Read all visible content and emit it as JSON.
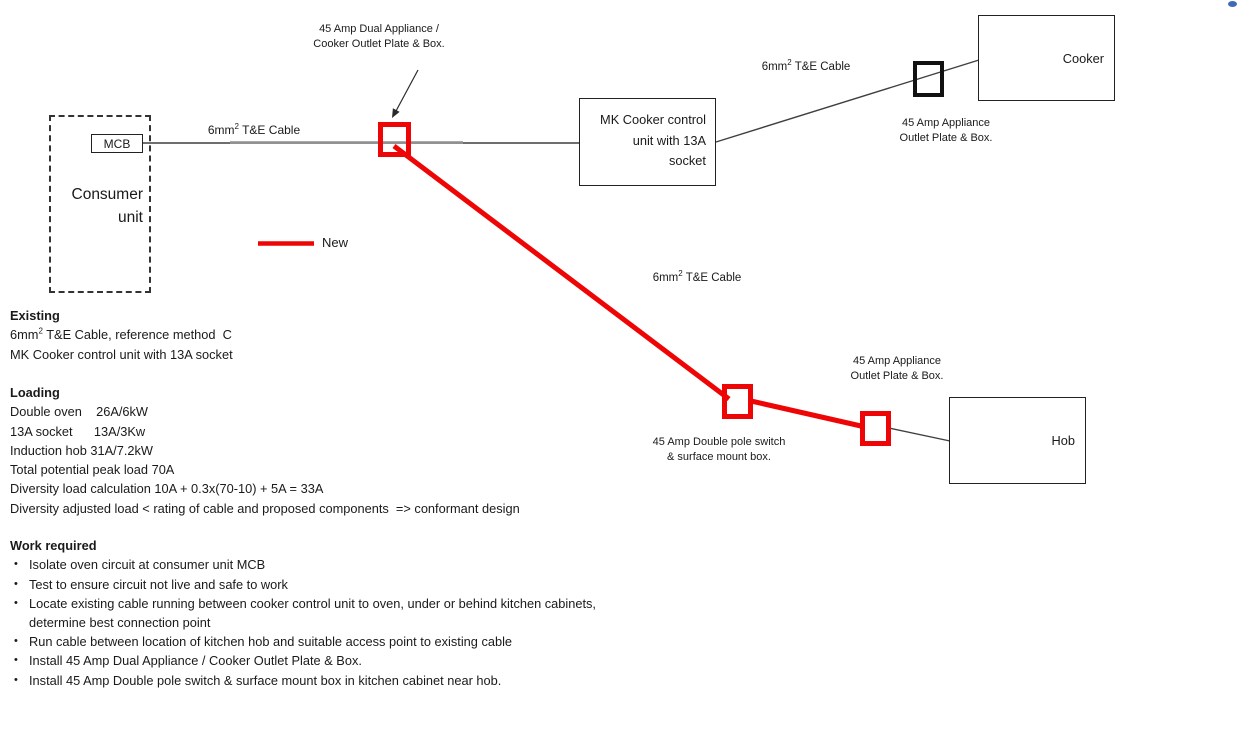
{
  "colors": {
    "new_red": "#ee0505",
    "wire_gray": "#8f8f8f",
    "wire_black": "#3f3f3f",
    "text": "#1a1a1a",
    "blue_dot": "#3f6ab4"
  },
  "legend": {
    "label": "New"
  },
  "labels": {
    "cable": {
      "pre": "6mm",
      "sup": "2",
      "post": " T&E Cable"
    }
  },
  "nodes": {
    "consumer_unit": {
      "line1": "Consumer",
      "line2": "unit"
    },
    "mcb": {
      "label": "MCB"
    },
    "cooker_control": {
      "line1": "MK Cooker control",
      "line2": "unit with 13A",
      "line3": "socket"
    },
    "cooker": {
      "label": "Cooker"
    },
    "hob": {
      "label": "Hob"
    }
  },
  "annotations": {
    "dual_outlet": {
      "line1": "45 Amp Dual Appliance /",
      "line2": "Cooker Outlet Plate & Box."
    },
    "cooker_outlet": {
      "line1": "45 Amp Appliance",
      "line2": "Outlet Plate & Box."
    },
    "hob_outlet": {
      "line1": "45 Amp Appliance",
      "line2": "Outlet Plate & Box."
    },
    "pole_switch": {
      "line1": "45 Amp Double pole switch",
      "line2": "& surface mount box."
    }
  },
  "sections": {
    "existing": {
      "title": "Existing",
      "cable_line": {
        "pre": "6mm",
        "sup": "2",
        "post": " T&E Cable, reference method  C"
      },
      "line2": "MK Cooker control unit with 13A socket"
    },
    "loading": {
      "title": "Loading",
      "lines": [
        "Double oven    26A/6kW",
        "13A socket      13A/3Kw",
        "Induction hob 31A/7.2kW",
        "Total potential peak load 70A",
        "Diversity load calculation 10A + 0.3x(70-10) + 5A = 33A",
        "Diversity adjusted load < rating of cable and proposed components  => conformant design"
      ]
    },
    "work": {
      "title": "Work required",
      "bullets": [
        "Isolate oven circuit at consumer unit MCB",
        "Test to ensure circuit not live and safe to work",
        "Locate existing cable running between cooker control unit to oven, under or behind kitchen cabinets, determine best connection point",
        "Run cable between location of kitchen hob and suitable access point to existing cable",
        "Install 45 Amp Dual Appliance / Cooker Outlet Plate & Box.",
        "Install 45 Amp Double pole switch & surface mount box in kitchen cabinet near hob."
      ]
    }
  }
}
